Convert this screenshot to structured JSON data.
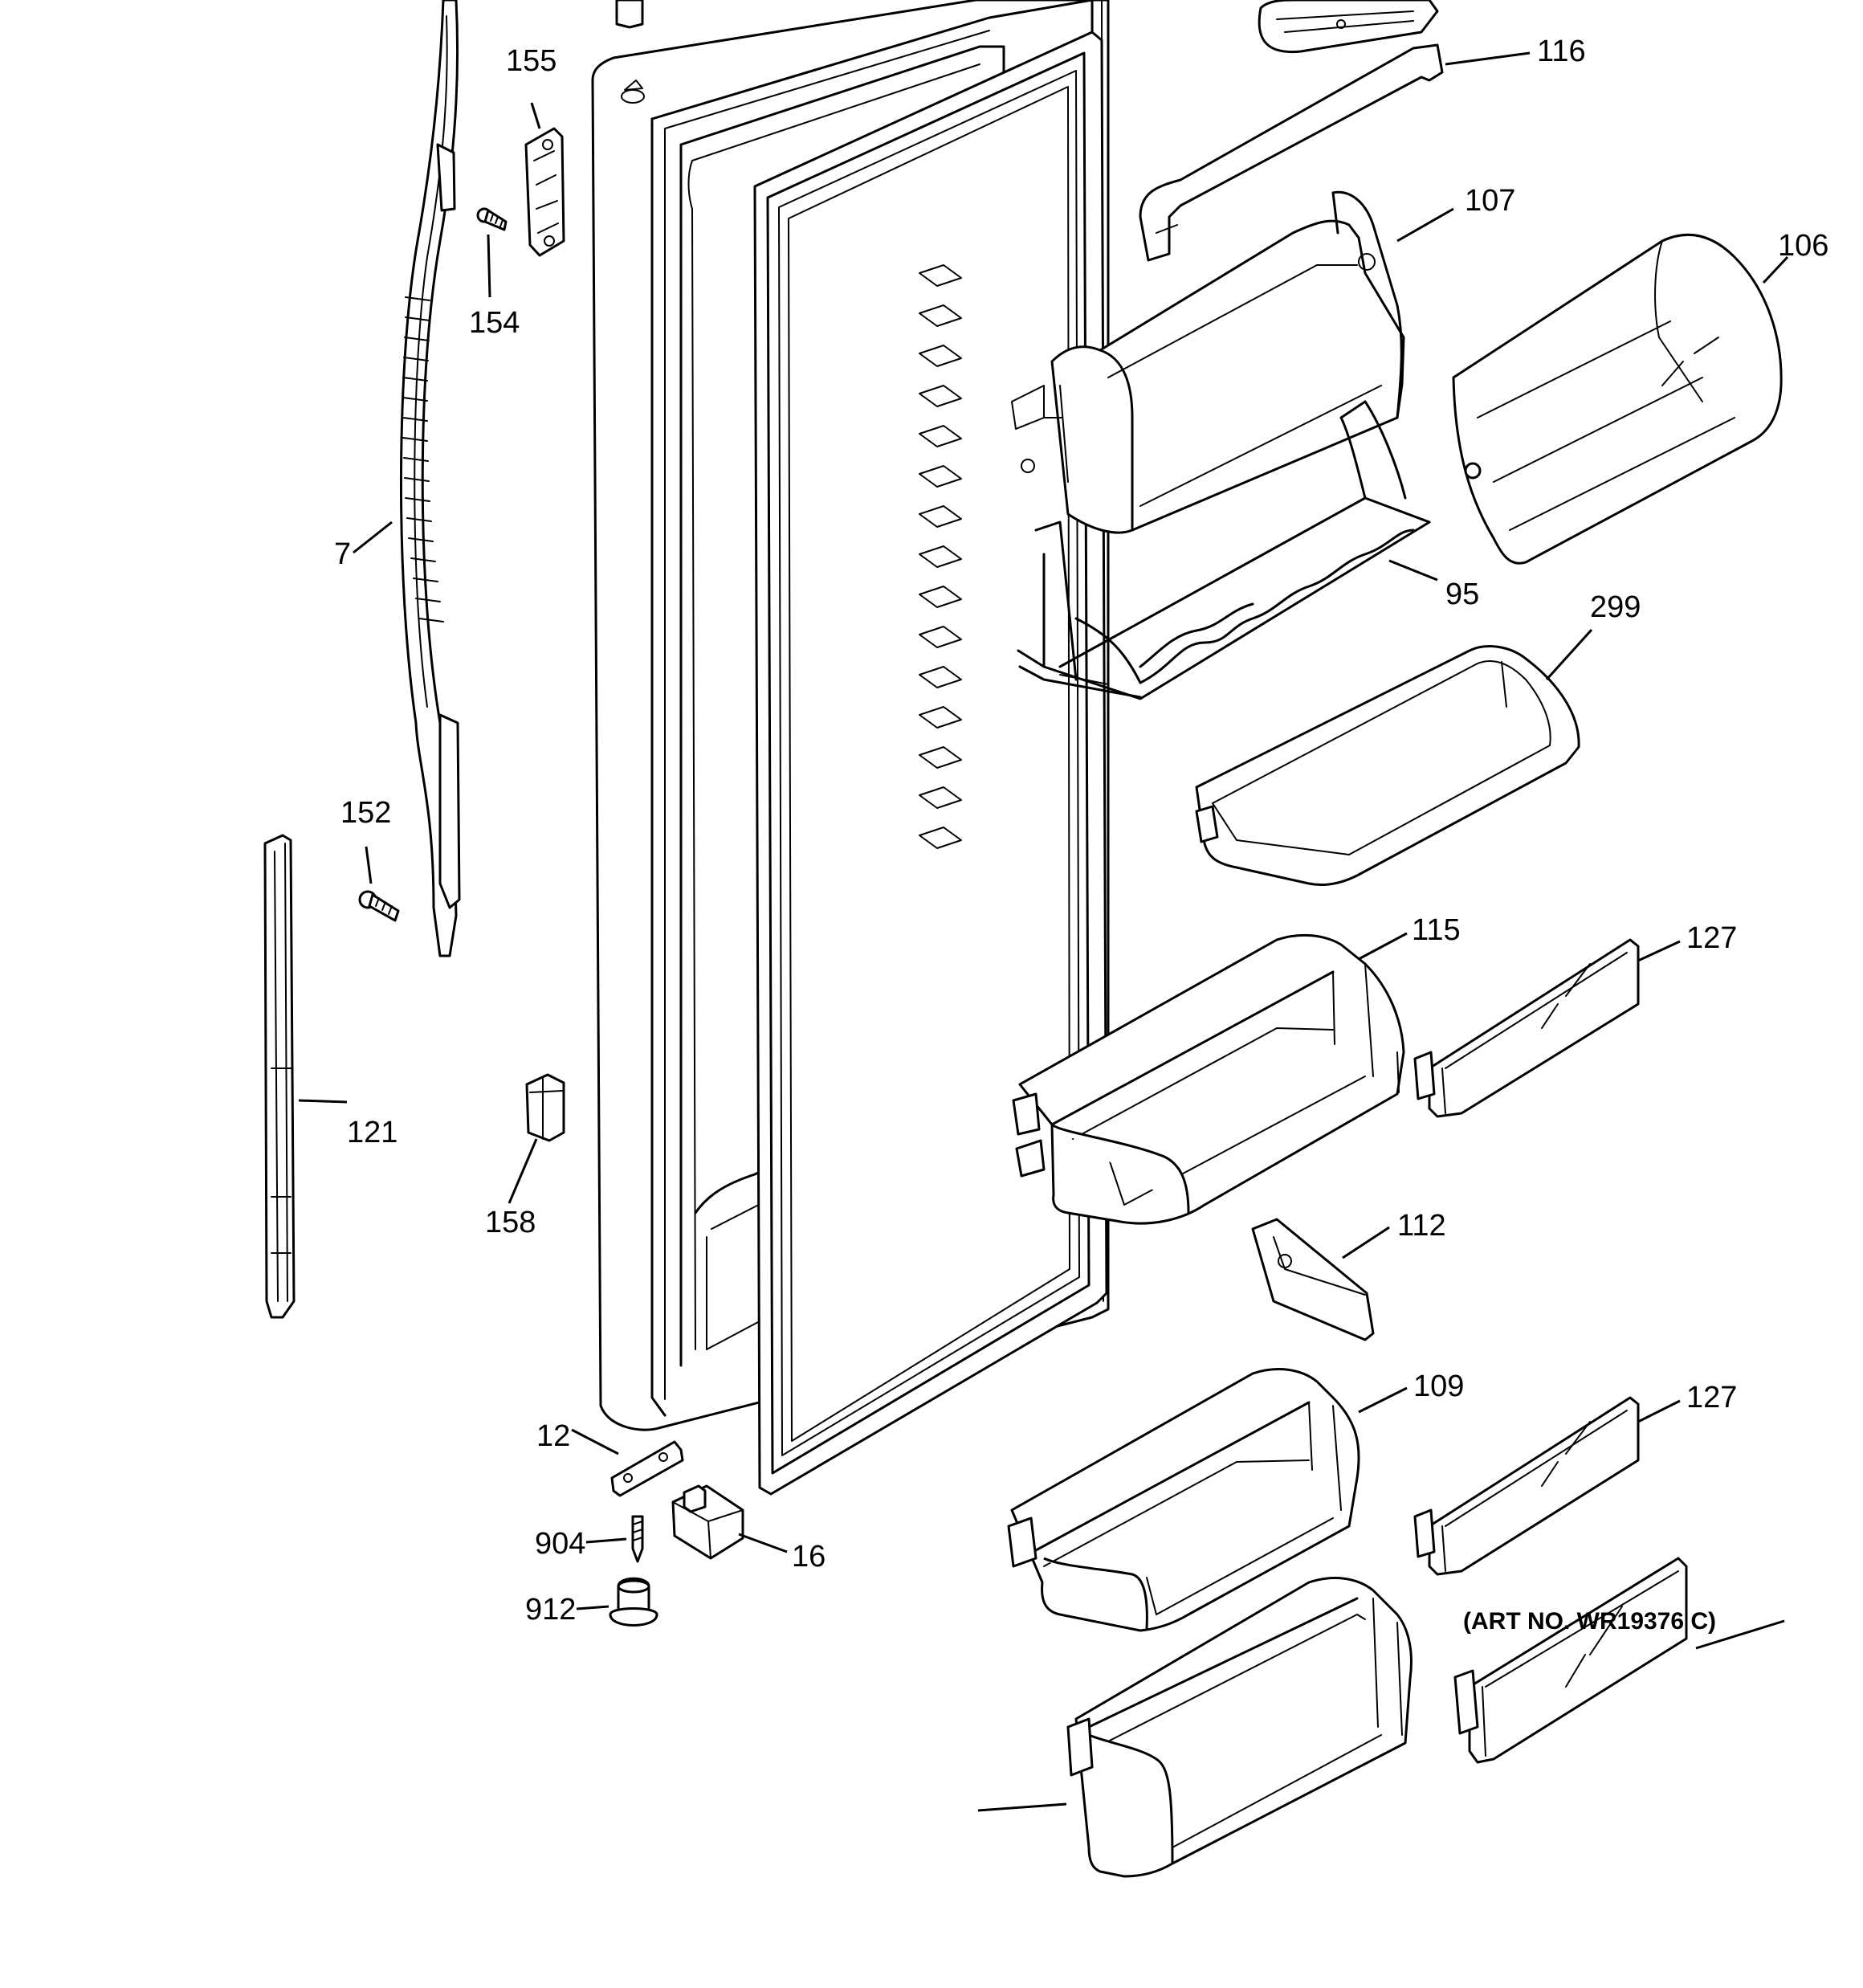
{
  "diagram": {
    "art_number": "(ART NO. WR19376 C)",
    "callouts": [
      {
        "id": "155",
        "text": "155"
      },
      {
        "id": "154",
        "text": "154"
      },
      {
        "id": "7",
        "text": "7"
      },
      {
        "id": "152",
        "text": "152"
      },
      {
        "id": "121",
        "text": "121"
      },
      {
        "id": "158",
        "text": "158"
      },
      {
        "id": "12",
        "text": "12"
      },
      {
        "id": "904",
        "text": "904"
      },
      {
        "id": "912",
        "text": "912"
      },
      {
        "id": "16",
        "text": "16"
      },
      {
        "id": "116",
        "text": "116"
      },
      {
        "id": "107",
        "text": "107"
      },
      {
        "id": "106",
        "text": "106"
      },
      {
        "id": "95",
        "text": "95"
      },
      {
        "id": "299",
        "text": "299"
      },
      {
        "id": "115",
        "text": "115"
      },
      {
        "id": "127a",
        "text": "127"
      },
      {
        "id": "112",
        "text": "112"
      },
      {
        "id": "109",
        "text": "109"
      },
      {
        "id": "127b",
        "text": "127"
      }
    ]
  }
}
